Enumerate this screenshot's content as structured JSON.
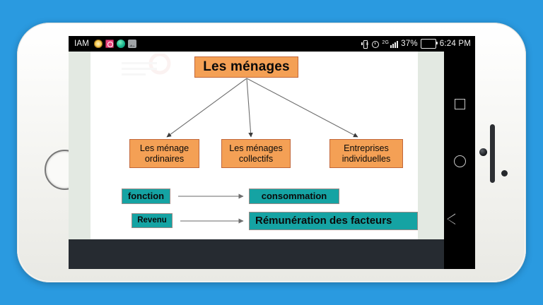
{
  "device": {
    "body_color": "#fbfbfa",
    "background_color": "#2a9ae0"
  },
  "status_bar": {
    "carrier": "IAM",
    "app_icons": [
      "alarm-app-icon",
      "clock-app-icon",
      "globe-app-icon",
      "photo-app-icon"
    ],
    "vibrate_icon": "vibrate-icon",
    "alarm_icon": "alarm-icon",
    "network_type": "2G",
    "signal_icon": "signal-bars-icon",
    "battery_percent": "37%",
    "battery_icon": "battery-icon",
    "time": "6:24 PM"
  },
  "nav_bar": {
    "recents_label": "recents-square-icon",
    "home_label": "home-circle-icon",
    "back_label": "back-triangle-icon"
  },
  "slide": {
    "title": "Les ménages",
    "branches": [
      {
        "label": "Les ménage ordinaires"
      },
      {
        "label": "Les ménages collectifs"
      },
      {
        "label": "Entreprises individuelles"
      }
    ],
    "relations": [
      {
        "from": "fonction",
        "to": "consommation"
      },
      {
        "from": "Revenu",
        "to": "Rémunération des facteurs"
      }
    ],
    "colors": {
      "node_orange": "#f4a055",
      "node_orange_border": "#c2673a",
      "node_teal": "#15a3a3",
      "node_teal_border": "#9a8a86",
      "arrow": "#6e6e6e",
      "slide_background": "#ffffff",
      "page_margin": "#e3e9e2",
      "toolbar": "#262b31"
    }
  }
}
